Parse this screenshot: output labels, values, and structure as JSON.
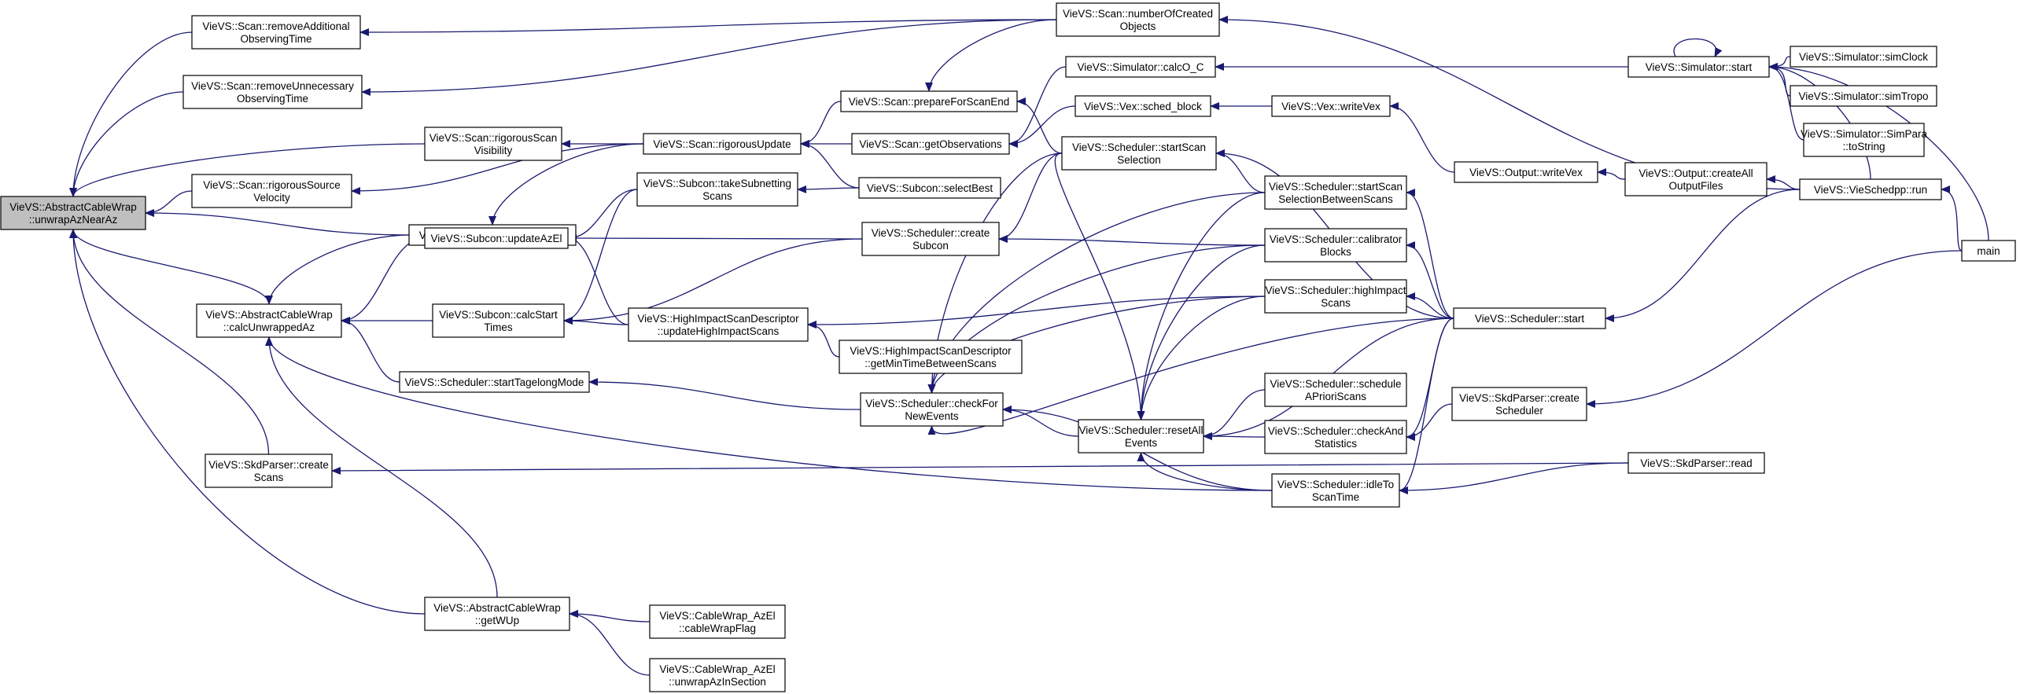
{
  "graph": {
    "colors": {
      "edge": "#191970",
      "node_border": "#000000",
      "focus_fill": "#bfbfbf",
      "node_fill": "#ffffff"
    },
    "nodes": [
      {
        "id": "unwrapAzNearAz",
        "lines": [
          "VieVS::AbstractCableWrap",
          "::unwrapAzNearAz"
        ],
        "focus": true
      },
      {
        "id": "removeAdditional",
        "lines": [
          "VieVS::Scan::removeAdditional",
          "ObservingTime"
        ]
      },
      {
        "id": "removeUnnecessary",
        "lines": [
          "VieVS::Scan::removeUnnecessary",
          "ObservingTime"
        ]
      },
      {
        "id": "rigorousScanVisibility",
        "lines": [
          "VieVS::Scan::rigorousScan",
          "Visibility"
        ]
      },
      {
        "id": "rigorousSourceVelocity",
        "lines": [
          "VieVS::Scan::rigorousSource",
          "Velocity"
        ]
      },
      {
        "id": "rigorousSlewtime",
        "lines": [
          "VieVS::Scan::rigorousSlewtime"
        ]
      },
      {
        "id": "calcUnwrappedAz",
        "lines": [
          "VieVS::AbstractCableWrap",
          "::calcUnwrappedAz"
        ]
      },
      {
        "id": "skdCreateScans",
        "lines": [
          "VieVS::SkdParser::create",
          "Scans"
        ]
      },
      {
        "id": "getWUp",
        "lines": [
          "VieVS::AbstractCableWrap",
          "::getWUp"
        ]
      },
      {
        "id": "numberOfCreatedObjects",
        "lines": [
          "VieVS::Scan::numberOfCreated",
          "Objects"
        ]
      },
      {
        "id": "prepareForScanEnd",
        "lines": [
          "VieVS::Scan::prepareForScanEnd"
        ]
      },
      {
        "id": "rigorousUpdate",
        "lines": [
          "VieVS::Scan::rigorousUpdate"
        ]
      },
      {
        "id": "getObservations",
        "lines": [
          "VieVS::Scan::getObservations"
        ]
      },
      {
        "id": "selectBest",
        "lines": [
          "VieVS::Subcon::selectBest"
        ]
      },
      {
        "id": "takeSubnetting",
        "lines": [
          "VieVS::Subcon::takeSubnetting",
          "Scans"
        ]
      },
      {
        "id": "updateAzEl",
        "lines": [
          "VieVS::Subcon::updateAzEl"
        ]
      },
      {
        "id": "calcStartTimes",
        "lines": [
          "VieVS::Subcon::calcStart",
          "Times"
        ]
      },
      {
        "id": "startTagelongMode",
        "lines": [
          "VieVS::Scheduler::startTagelongMode"
        ]
      },
      {
        "id": "updateHighImpactScans",
        "lines": [
          "VieVS::HighImpactScanDescriptor",
          "::updateHighImpactScans"
        ]
      },
      {
        "id": "getMinTimeBetweenScans",
        "lines": [
          "VieVS::HighImpactScanDescriptor",
          "::getMinTimeBetweenScans"
        ]
      },
      {
        "id": "createSubcon",
        "lines": [
          "VieVS::Scheduler::create",
          "Subcon"
        ]
      },
      {
        "id": "checkForNewEvents",
        "lines": [
          "VieVS::Scheduler::checkFor",
          "NewEvents"
        ]
      },
      {
        "id": "cableWrapFlag",
        "lines": [
          "VieVS::CableWrap_AzEl",
          "::cableWrapFlag"
        ]
      },
      {
        "id": "unwrapAzInSection",
        "lines": [
          "VieVS::CableWrap_AzEl",
          "::unwrapAzInSection"
        ]
      },
      {
        "id": "calcO_C",
        "lines": [
          "VieVS::Simulator::calcO_C"
        ]
      },
      {
        "id": "sched_block",
        "lines": [
          "VieVS::Vex::sched_block"
        ]
      },
      {
        "id": "startScanSelection",
        "lines": [
          "VieVS::Scheduler::startScan",
          "Selection"
        ]
      },
      {
        "id": "resetAllEvents",
        "lines": [
          "VieVS::Scheduler::resetAll",
          "Events"
        ]
      },
      {
        "id": "writeVex",
        "lines": [
          "VieVS::Vex::writeVex"
        ]
      },
      {
        "id": "startScanSelectionBetweenScans",
        "lines": [
          "VieVS::Scheduler::startScan",
          "SelectionBetweenScans"
        ]
      },
      {
        "id": "calibratorBlocks",
        "lines": [
          "VieVS::Scheduler::calibrator",
          "Blocks"
        ]
      },
      {
        "id": "highImpactScans",
        "lines": [
          "VieVS::Scheduler::highImpact",
          "Scans"
        ]
      },
      {
        "id": "scheduleAPrioriScans",
        "lines": [
          "VieVS::Scheduler::schedule",
          "APrioriScans"
        ]
      },
      {
        "id": "checkAndStatistics",
        "lines": [
          "VieVS::Scheduler::checkAnd",
          "Statistics"
        ]
      },
      {
        "id": "idleToScanTime",
        "lines": [
          "VieVS::Scheduler::idleTo",
          "ScanTime"
        ]
      },
      {
        "id": "outputWriteVex",
        "lines": [
          "VieVS::Output::writeVex"
        ]
      },
      {
        "id": "schedulerStart",
        "lines": [
          "VieVS::Scheduler::start"
        ]
      },
      {
        "id": "skdCreateScheduler",
        "lines": [
          "VieVS::SkdParser::create",
          "Scheduler"
        ]
      },
      {
        "id": "skdRead",
        "lines": [
          "VieVS::SkdParser::read"
        ]
      },
      {
        "id": "simulatorStart",
        "lines": [
          "VieVS::Simulator::start"
        ]
      },
      {
        "id": "createAllOutputFiles",
        "lines": [
          "VieVS::Output::createAll",
          "OutputFiles"
        ]
      },
      {
        "id": "vieSchedppRun",
        "lines": [
          "VieVS::VieSchedpp::run"
        ]
      },
      {
        "id": "simClock",
        "lines": [
          "VieVS::Simulator::simClock"
        ]
      },
      {
        "id": "simTropo",
        "lines": [
          "VieVS::Simulator::simTropo"
        ]
      },
      {
        "id": "simParaToString",
        "lines": [
          "VieVS::Simulator::SimPara",
          "::toString"
        ]
      },
      {
        "id": "main",
        "lines": [
          "main"
        ]
      }
    ]
  }
}
